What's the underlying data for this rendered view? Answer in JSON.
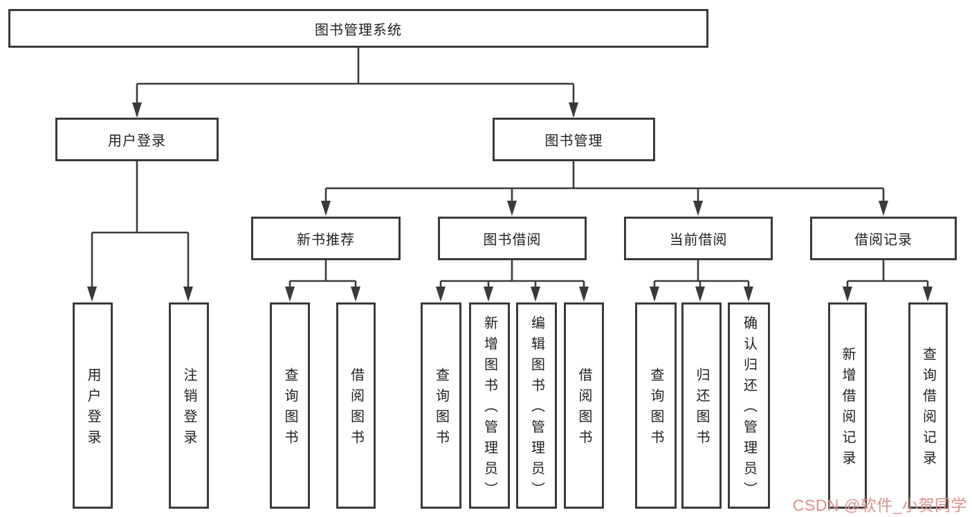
{
  "nodes": {
    "root": "图书管理系统",
    "user_login": "用户登录",
    "book_management": "图书管理",
    "login_leaf": "用户登录",
    "logout_leaf": "注销登录",
    "new_book_recommend": "新书推荐",
    "book_borrow": "图书借阅",
    "current_borrow": "当前借阅",
    "borrow_record": "借阅记录",
    "nb_query_book": "查询图书",
    "nb_borrow_book": "借阅图书",
    "bb_query_book": "查询图书",
    "bb_add_book": "新增图书（管理员）",
    "bb_edit_book": "编辑图书（管理员）",
    "bb_borrow_book": "借阅图书",
    "cb_query_book": "查询图书",
    "cb_return_book": "归还图书",
    "cb_confirm_return": "确认归还（管理员）",
    "br_add_record": "新增借阅记录",
    "br_query_record": "查询借阅记录"
  },
  "watermark": {
    "text": "CSDN @软件_小贺同学",
    "color": "#db918b"
  },
  "colors": {
    "line": "#3a3a3a",
    "border": "#3a3a3a",
    "text": "#1f1f1f",
    "background": "#ffffff"
  }
}
